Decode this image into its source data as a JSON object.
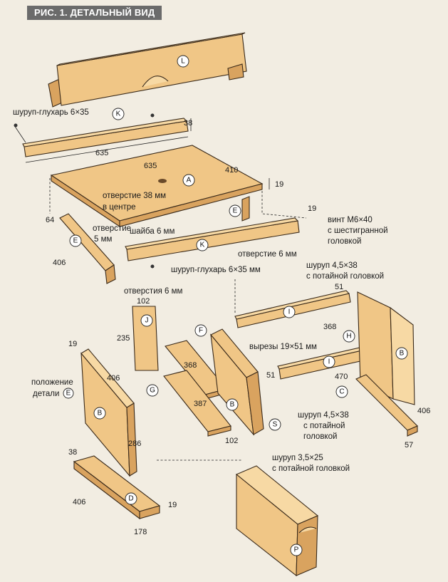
{
  "title": "РИС. 1. ДЕТАЛЬНЫЙ ВИД",
  "parts": {
    "L": "L",
    "K": "K",
    "A": "A",
    "E": "E",
    "J": "J",
    "F": "F",
    "G": "G",
    "B": "B",
    "D": "D",
    "I": "I",
    "H": "H",
    "C": "C",
    "S": "S",
    "P": "P"
  },
  "labels": {
    "lag_screw_top": "шуруп-глухарь 6×35",
    "hole_38": "отверстие 38 мм",
    "hole_center": "в центре",
    "hole_5_a": "отверстие",
    "hole_5_b": "5 мм",
    "washer": "шайба 6 мм",
    "hole_6": "отверстие 6 мм",
    "bolt_a": "винт М6×40",
    "bolt_b": "с шестигранной",
    "bolt_c": "головкой",
    "lag_screw_mid": "шуруп-глухарь 6×35 мм",
    "holes_6": "отверстия 6 мм",
    "screw_45_a": "шуруп 4,5×38",
    "screw_45_b": "с потайной головкой",
    "cutouts": "вырезы 19×51 мм",
    "position_a": "положение",
    "position_b": "детали",
    "screw_45_c": "шуруп 4,5×38",
    "screw_45_d": "с потайной",
    "screw_45_e": "головкой",
    "screw_35_a": "шуруп 3,5×25",
    "screw_35_b": "с потайной головкой"
  },
  "dims": {
    "k_len": "635",
    "k_h": "38",
    "a_len": "635",
    "a_w": "410",
    "a_t": "19",
    "e_h": "64",
    "e_len": "406",
    "k2_t": "19",
    "i_w": "51",
    "i_len1": "368",
    "i_h": "51",
    "i_len2": "470",
    "j_w": "102",
    "j_h": "235",
    "f_len": "368",
    "g_len": "387",
    "fg_w": "102",
    "b_t": "19",
    "b_len": "406",
    "b_h": "286",
    "d_w": "38",
    "d_len": "406",
    "d_t": "19",
    "d_base": "178",
    "c_len": "406",
    "c_w": "57"
  }
}
